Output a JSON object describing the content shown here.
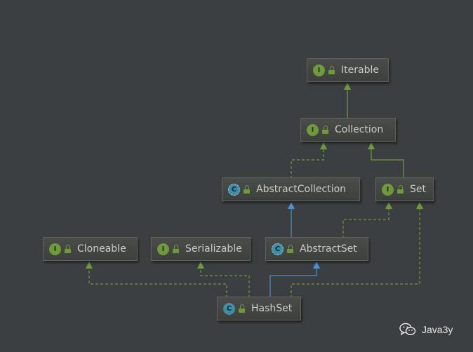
{
  "diagram": {
    "nodes": {
      "iterable": {
        "label": "Iterable",
        "kind": "I"
      },
      "collection": {
        "label": "Collection",
        "kind": "I"
      },
      "abstract_collection": {
        "label": "AbstractCollection",
        "kind": "C"
      },
      "set": {
        "label": "Set",
        "kind": "I"
      },
      "cloneable": {
        "label": "Cloneable",
        "kind": "I"
      },
      "serializable": {
        "label": "Serializable",
        "kind": "I"
      },
      "abstract_set": {
        "label": "AbstractSet",
        "kind": "C"
      },
      "hashset": {
        "label": "HashSet",
        "kind": "C"
      }
    },
    "edges": [
      {
        "from": "Collection",
        "to": "Iterable",
        "type": "extends-interface"
      },
      {
        "from": "AbstractCollection",
        "to": "Collection",
        "type": "implements"
      },
      {
        "from": "Set",
        "to": "Collection",
        "type": "extends-interface"
      },
      {
        "from": "AbstractSet",
        "to": "AbstractCollection",
        "type": "extends-class"
      },
      {
        "from": "AbstractSet",
        "to": "Set",
        "type": "implements"
      },
      {
        "from": "HashSet",
        "to": "AbstractSet",
        "type": "extends-class"
      },
      {
        "from": "HashSet",
        "to": "Cloneable",
        "type": "implements"
      },
      {
        "from": "HashSet",
        "to": "Serializable",
        "type": "implements"
      },
      {
        "from": "HashSet",
        "to": "Set",
        "type": "implements"
      }
    ],
    "colors": {
      "background": "#3c3f41",
      "interface_edge": "#6e9a3c",
      "class_edge": "#4a90d9",
      "interface_badge": "#6e9a3c",
      "class_badge": "#3f8ea8"
    }
  },
  "watermark": {
    "icon": "wechat-icon",
    "label": "Java3y"
  }
}
